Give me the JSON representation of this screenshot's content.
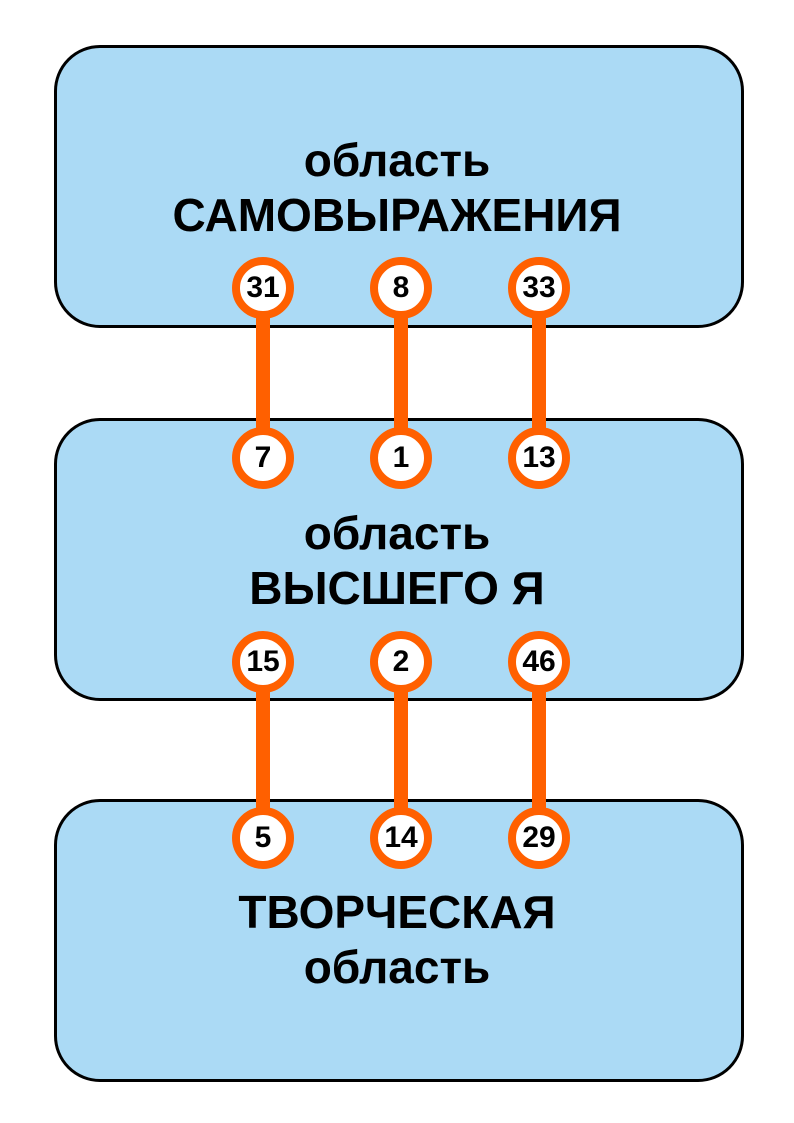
{
  "areas": {
    "top": {
      "line1": "область",
      "line2": "САМОВЫРАЖЕНИЯ"
    },
    "middle": {
      "line1": "область",
      "line2": "ВЫСШЕГО Я"
    },
    "bottom": {
      "line1": "ТВОРЧЕСКАЯ",
      "line2": "область"
    }
  },
  "gates": {
    "top": [
      "31",
      "8",
      "33"
    ],
    "middle_upper": [
      "7",
      "1",
      "13"
    ],
    "middle_lower": [
      "15",
      "2",
      "46"
    ],
    "bottom": [
      "5",
      "14",
      "29"
    ]
  },
  "colors": {
    "area_fill": "#abdaf5",
    "area_border": "#000000",
    "channel": "#ff6000",
    "gate_fill": "#ffffff"
  }
}
